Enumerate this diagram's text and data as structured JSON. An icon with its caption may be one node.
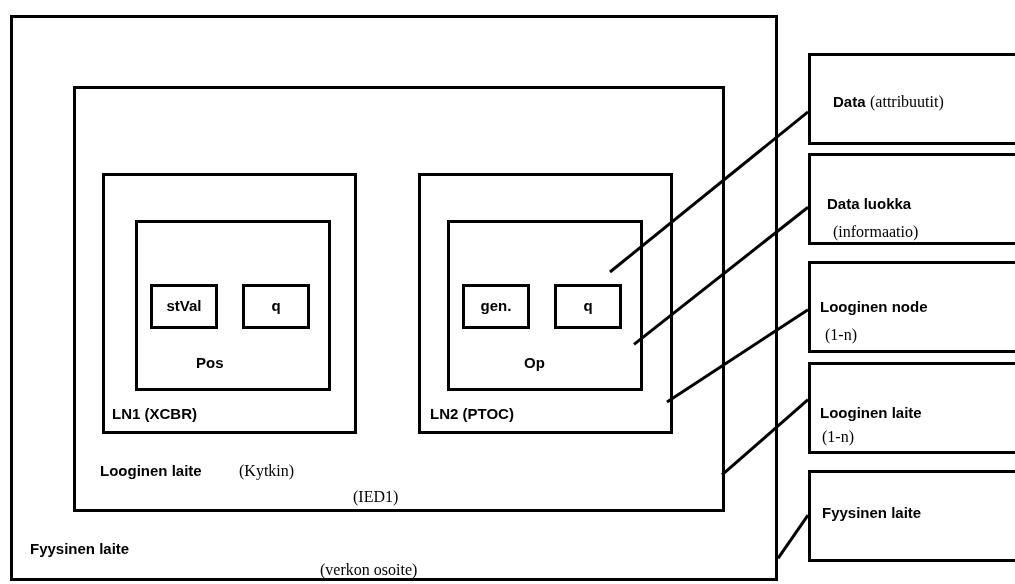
{
  "diagram": {
    "nodes": [
      {
        "text": [
          "Fyysinen laite",
          "(verkon osoite)"
        ]
      },
      {
        "text": [
          "Looginen laite",
          "(Kytkin)",
          "(IED1)"
        ],
        "in": 0
      },
      {
        "text": [
          "LN1 (XCBR)"
        ],
        "in": 1
      },
      {
        "text": [
          "Pos"
        ],
        "in": 2
      },
      {
        "text": [
          "stVal"
        ],
        "in": 3
      },
      {
        "text": [
          "q"
        ],
        "in": 3
      },
      {
        "text": [
          "LN2 (PTOC)"
        ],
        "in": 1
      },
      {
        "text": [
          "Op"
        ],
        "in": 6
      },
      {
        "text": [
          "gen."
        ],
        "in": 7
      },
      {
        "text": [
          "q"
        ],
        "in": 7
      },
      {
        "text": [
          "Data",
          "(attribuutit)"
        ]
      },
      {
        "text": [
          "Data luokka",
          "(informaatio)"
        ]
      },
      {
        "text": [
          "Looginen node",
          "(1-n)"
        ]
      },
      {
        "text": [
          "Looginen laite",
          "(1-n)"
        ]
      },
      {
        "text": [
          "Fyysinen laite"
        ]
      }
    ],
    "edges": [
      {
        "from": 9,
        "to": 10,
        "arrow": "none"
      },
      {
        "from": 7,
        "to": 11,
        "arrow": "none"
      },
      {
        "from": 6,
        "to": 12,
        "arrow": "none"
      },
      {
        "from": 1,
        "to": 13,
        "arrow": "none"
      },
      {
        "from": 0,
        "to": 14,
        "arrow": "none"
      }
    ]
  }
}
